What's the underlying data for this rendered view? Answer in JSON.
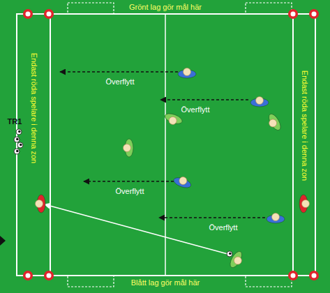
{
  "diagram": {
    "labels": [
      "Grönt lag gör mål här",
      "Endast röda spelare i denna zon",
      "Endast röda spelare i denna zon",
      "TR1",
      "Överflytt",
      "Överflytt",
      "Överflytt",
      "Överflytt",
      "Blått lag gör mål här"
    ]
  }
}
